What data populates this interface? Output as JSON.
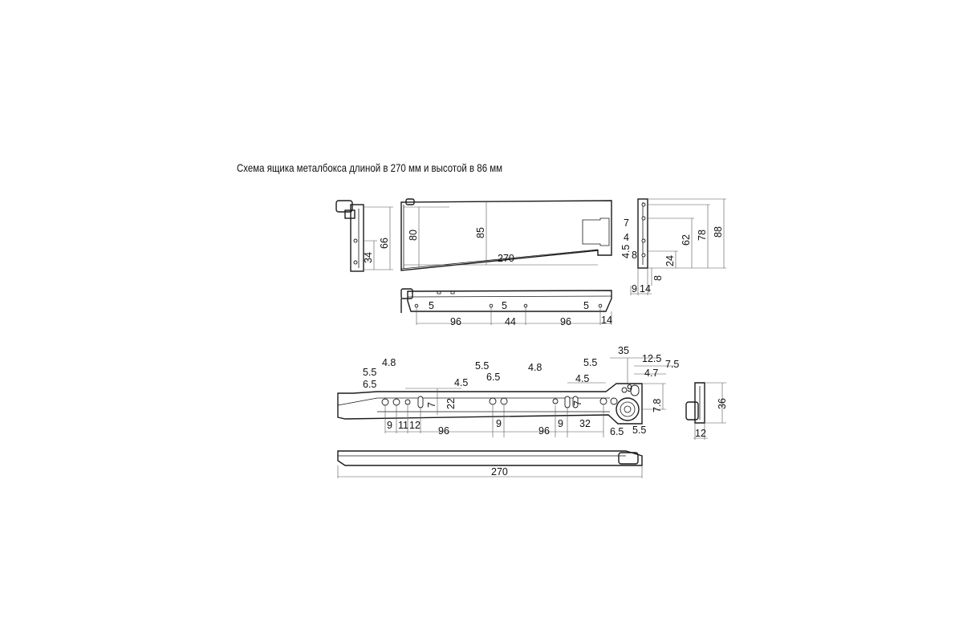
{
  "caption": "Схема ящика металбокса длиной в 270 мм и высотой в 86 мм",
  "dims": {
    "left_view": [
      "66",
      "34"
    ],
    "side_view": [
      "80",
      "85",
      "270"
    ],
    "right_view": [
      "7",
      "4",
      "4.5",
      "8",
      "62",
      "78",
      "88",
      "24",
      "8",
      "9",
      "14"
    ],
    "bottom_rail": [
      "5",
      "5",
      "5",
      "96",
      "44",
      "96",
      "14"
    ],
    "runner": [
      "5.5",
      "6.5",
      "4.8",
      "4.5",
      "7",
      "22",
      "9",
      "11",
      "12",
      "96",
      "6.5",
      "5.5",
      "9",
      "4.8",
      "4.5",
      "7",
      "96",
      "9",
      "32",
      "5.5",
      "35",
      "12.5",
      "7.5",
      "4.7",
      "9",
      "7.8",
      "6.5",
      "5.5"
    ],
    "runner_end": [
      "36",
      "12"
    ],
    "runner_bottom": [
      "270"
    ]
  }
}
